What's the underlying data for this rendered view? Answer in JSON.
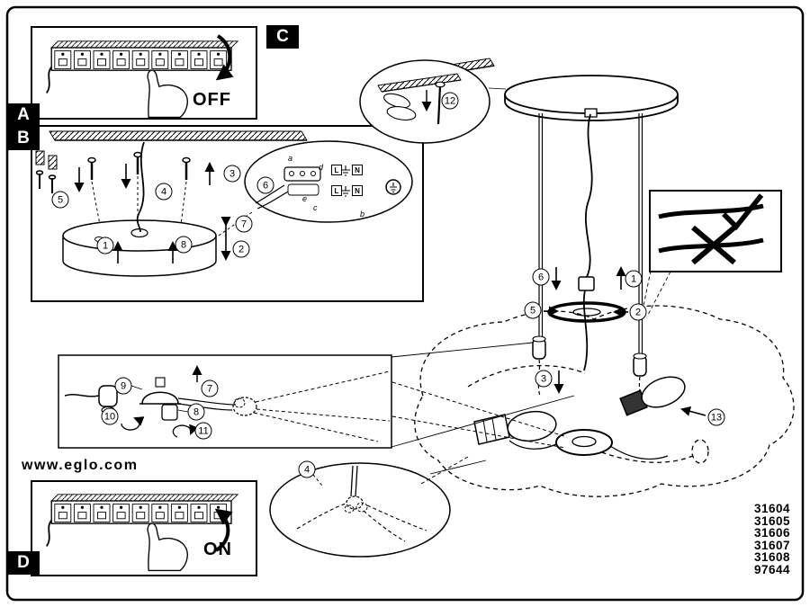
{
  "page": {
    "section_labels": {
      "a": "A",
      "b": "B",
      "c": "C",
      "d": "D"
    },
    "website": "www.eglo.com",
    "model_numbers": [
      "31604",
      "31605",
      "31606",
      "31607",
      "31608",
      "97644"
    ]
  },
  "power_panels": {
    "off_label": "OFF",
    "on_label": "ON"
  },
  "panel_b": {
    "callouts": {
      "c1": "1",
      "c2": "2",
      "c3": "3",
      "c4": "4",
      "c5": "5",
      "c6": "6",
      "c7": "7",
      "c8": "8"
    },
    "terminal": {
      "l": "L",
      "n": "N",
      "letters": {
        "a": "a",
        "b": "b",
        "c": "c",
        "d": "d",
        "e": "e"
      }
    }
  },
  "main_diagram": {
    "callouts": {
      "c1": "1",
      "c2": "2",
      "c3": "3",
      "c4": "4",
      "c5": "5",
      "c6": "6",
      "c12": "12",
      "c13": "13"
    }
  },
  "inset": {
    "callouts": {
      "c7": "7",
      "c8": "8",
      "c9": "9",
      "c10": "10",
      "c11": "11"
    }
  }
}
